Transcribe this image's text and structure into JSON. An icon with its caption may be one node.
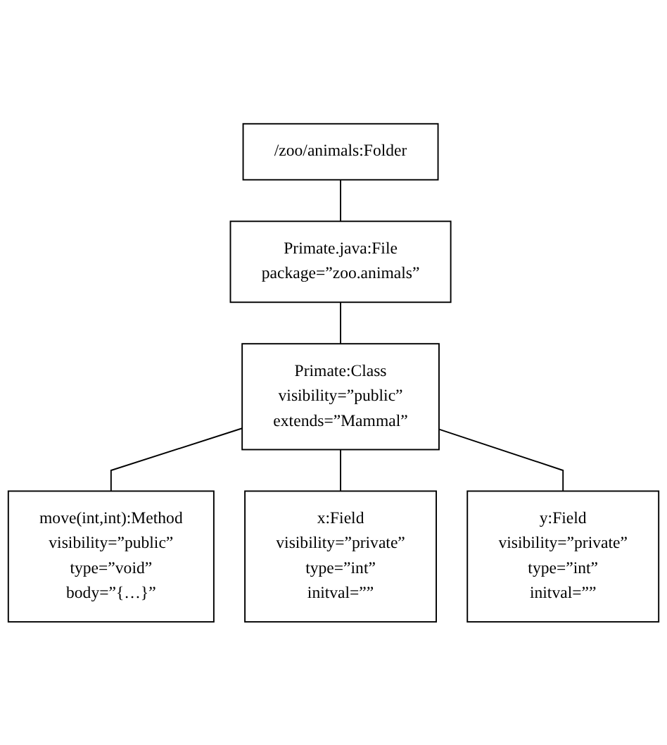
{
  "diagram": {
    "nodes": [
      {
        "text": [
          "/zoo/animals:Folder"
        ]
      },
      {
        "text": [
          "Primate.java:File",
          "package=”zoo.animals”"
        ]
      },
      {
        "text": [
          "Primate:Class",
          "visibility=”public”",
          "extends=”Mammal”"
        ]
      },
      {
        "text": [
          "move(int,int):Method",
          "visibility=”public”",
          "type=”void”",
          "body=”{…}”"
        ]
      },
      {
        "text": [
          "x:Field",
          "visibility=”private”",
          "type=”int”",
          "initval=””"
        ]
      },
      {
        "text": [
          "y:Field",
          "visibility=”private”",
          "type=”int”",
          "initval=””"
        ]
      }
    ],
    "edges": [
      {
        "from": 0,
        "to": 1,
        "arrow": "none"
      },
      {
        "from": 1,
        "to": 2,
        "arrow": "none"
      },
      {
        "from": 2,
        "to": 3,
        "arrow": "none"
      },
      {
        "from": 2,
        "to": 4,
        "arrow": "none"
      },
      {
        "from": 2,
        "to": 5,
        "arrow": "none"
      }
    ]
  }
}
